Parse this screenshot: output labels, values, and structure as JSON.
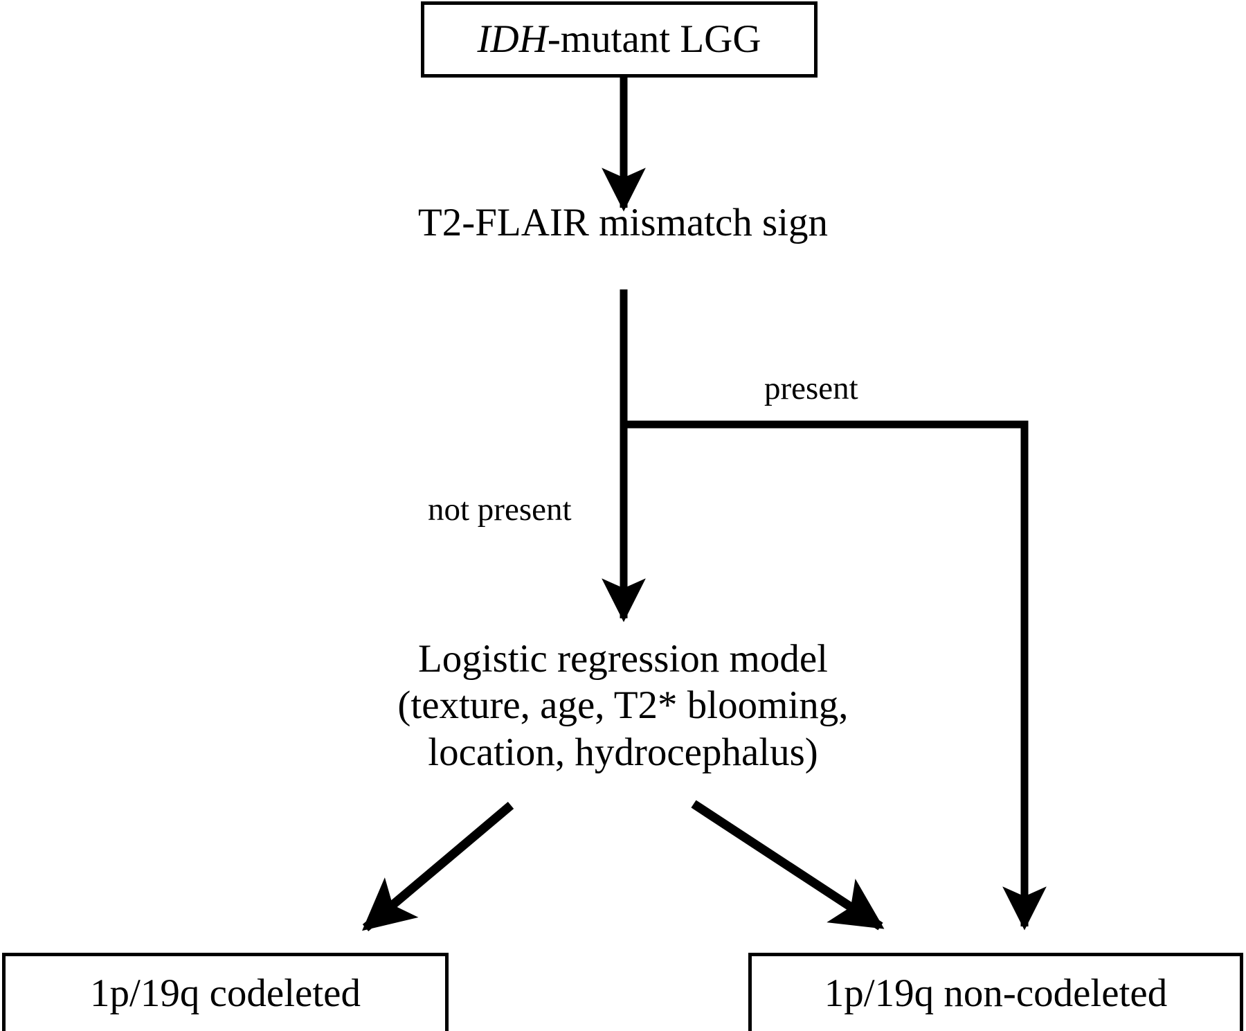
{
  "diagram": {
    "title": "IDH-mutant LGG 1p/19q codeletion classification flowchart",
    "stroke_color": "#000000",
    "background_color": "#ffffff",
    "nodes": {
      "root": {
        "name": "IDH-mutant LGG",
        "emphasis": "IDH",
        "rest": "-mutant LGG",
        "shape": "box"
      },
      "mismatch": {
        "name": "T2-FLAIR mismatch sign",
        "shape": "plain-text"
      },
      "model": {
        "line1": "Logistic regression model",
        "line2": "(texture, age, T2* blooming,",
        "line3": "location, hydrocephalus)",
        "shape": "plain-text"
      },
      "codeleted": {
        "name": "1p/19q codeleted",
        "shape": "box"
      },
      "non_codeleted": {
        "name": "1p/19q non-codeleted",
        "shape": "box"
      }
    },
    "edges": [
      {
        "from": "root",
        "to": "mismatch",
        "label": ""
      },
      {
        "from": "mismatch",
        "to": "non_codeleted",
        "label": "present"
      },
      {
        "from": "mismatch",
        "to": "model",
        "label": "not present"
      },
      {
        "from": "model",
        "to": "codeleted",
        "label": ""
      },
      {
        "from": "model",
        "to": "non_codeleted",
        "label": ""
      }
    ],
    "labels": {
      "present": "present",
      "not_present": "not present"
    }
  }
}
